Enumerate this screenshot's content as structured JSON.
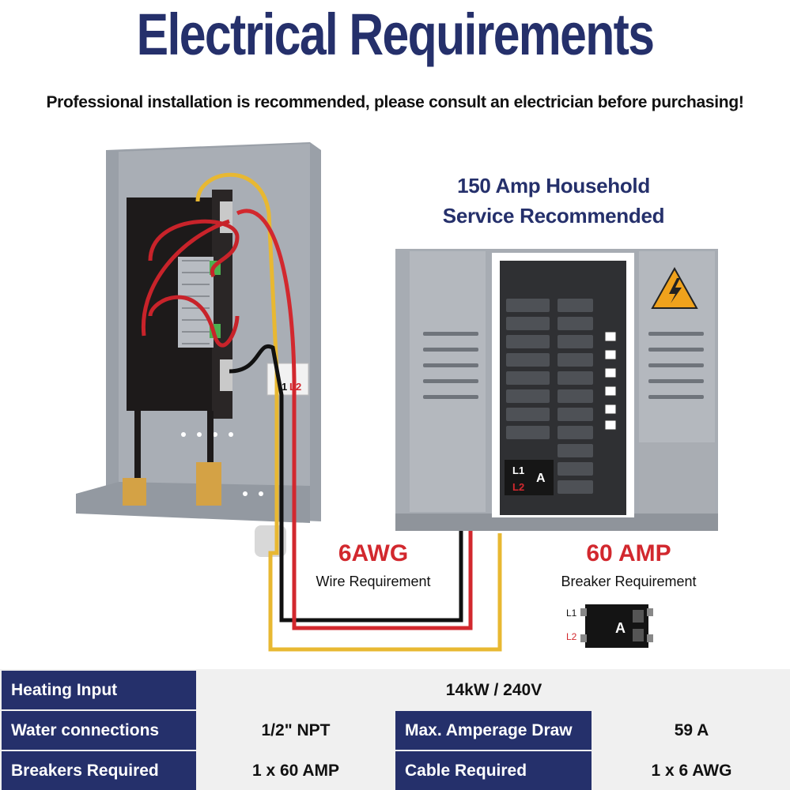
{
  "title": "Electrical Requirements",
  "subtitle": "Professional installation is recommended, please consult an electrician before purchasing!",
  "service": {
    "line1": "150 Amp Household",
    "line2": "Service Recommended"
  },
  "wire": {
    "gauge": "6AWG",
    "caption": "Wire Requirement"
  },
  "breaker": {
    "amps": "60 AMP",
    "caption": "Breaker Requirement",
    "letter": "A",
    "l1": "L1",
    "l2": "L2"
  },
  "heater_terminals": {
    "l1": "L1",
    "l2": "L2"
  },
  "panel_breaker": {
    "l1": "L1",
    "l2": "L2",
    "letter": "A"
  },
  "specs": {
    "heating_input_label": "Heating Input",
    "heating_input_value": "14kW / 240V",
    "water_label": "Water connections",
    "water_value": "1/2\" NPT",
    "amperage_label": "Max. Amperage Draw",
    "amperage_value": "59 A",
    "breakers_label": "Breakers Required",
    "breakers_value": "1 x 60 AMP",
    "cable_label": "Cable Required",
    "cable_value": "1 x 6 AWG"
  },
  "colors": {
    "navy": "#25306b",
    "red": "#d2282e",
    "yellow": "#e8b832",
    "black": "#111111"
  },
  "icons": [
    "high-voltage-warning-icon",
    "terminal-block-icon",
    "double-pole-breaker-icon"
  ]
}
